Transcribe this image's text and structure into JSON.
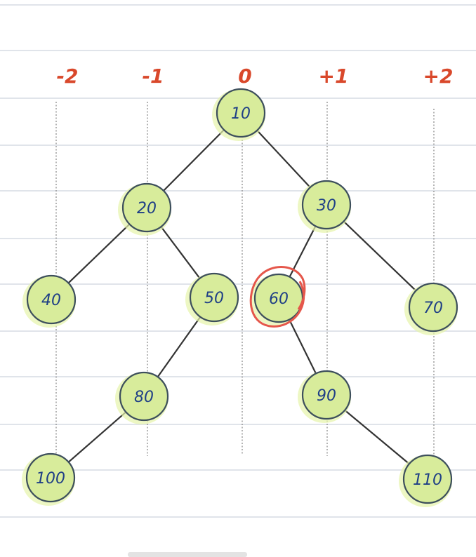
{
  "columns": [
    {
      "id": "c-2",
      "label": "-2"
    },
    {
      "id": "c-1",
      "label": "-1"
    },
    {
      "id": "c0",
      "label": "0"
    },
    {
      "id": "c1",
      "label": "+1"
    },
    {
      "id": "c2",
      "label": "+2"
    }
  ],
  "nodes": [
    {
      "id": "n10",
      "label": "10"
    },
    {
      "id": "n20",
      "label": "20"
    },
    {
      "id": "n30",
      "label": "30"
    },
    {
      "id": "n40",
      "label": "40"
    },
    {
      "id": "n50",
      "label": "50"
    },
    {
      "id": "n60",
      "label": "60",
      "highlighted": true
    },
    {
      "id": "n70",
      "label": "70"
    },
    {
      "id": "n80",
      "label": "80"
    },
    {
      "id": "n90",
      "label": "90"
    },
    {
      "id": "n100",
      "label": "100"
    },
    {
      "id": "n110",
      "label": "110"
    }
  ],
  "edges": [
    [
      "n10",
      "n20"
    ],
    [
      "n10",
      "n30"
    ],
    [
      "n20",
      "n40"
    ],
    [
      "n20",
      "n50"
    ],
    [
      "n30",
      "n60"
    ],
    [
      "n30",
      "n70"
    ],
    [
      "n50",
      "n80"
    ],
    [
      "n60",
      "n90"
    ],
    [
      "n80",
      "n100"
    ],
    [
      "n90",
      "n110"
    ]
  ],
  "colors": {
    "node_fill": "#d8ec9b",
    "node_stroke": "#3d4f5c",
    "node_text": "#1f3f86",
    "column_label": "#d9482b",
    "highlight": "#e5574b",
    "edge": "#333333",
    "ruled_line": "#d6dbe4"
  }
}
